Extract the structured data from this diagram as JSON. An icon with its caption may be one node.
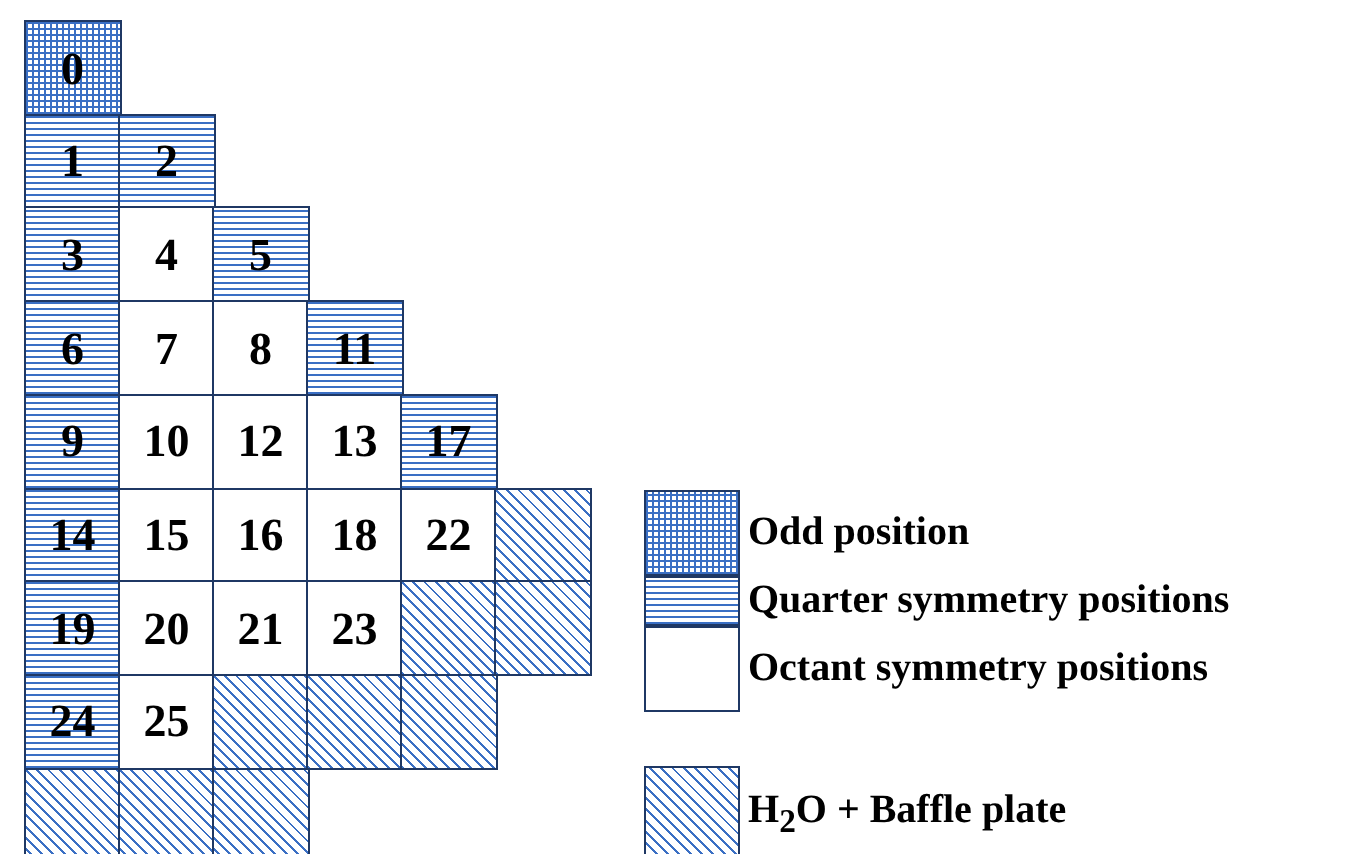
{
  "diagram": {
    "nodes": [
      {
        "text": [
          "0"
        ]
      },
      {
        "text": [
          "1"
        ]
      },
      {
        "text": [
          "2"
        ]
      },
      {
        "text": [
          "3"
        ]
      },
      {
        "text": [
          "4"
        ]
      },
      {
        "text": [
          "5"
        ]
      },
      {
        "text": [
          "6"
        ]
      },
      {
        "text": [
          "7"
        ]
      },
      {
        "text": [
          "8"
        ]
      },
      {
        "text": [
          "11"
        ]
      },
      {
        "text": [
          "9"
        ]
      },
      {
        "text": [
          "10"
        ]
      },
      {
        "text": [
          "12"
        ]
      },
      {
        "text": [
          "13"
        ]
      },
      {
        "text": [
          "17"
        ]
      },
      {
        "text": [
          "14"
        ]
      },
      {
        "text": [
          "15"
        ]
      },
      {
        "text": [
          "16"
        ]
      },
      {
        "text": [
          "18"
        ]
      },
      {
        "text": [
          "22"
        ]
      },
      {
        "text": [],
        "shape": "box"
      },
      {
        "text": [
          "19"
        ]
      },
      {
        "text": [
          "20"
        ]
      },
      {
        "text": [
          "21"
        ]
      },
      {
        "text": [
          "23"
        ]
      },
      {
        "text": [],
        "shape": "box"
      },
      {
        "text": [],
        "shape": "box"
      },
      {
        "text": [
          "24"
        ]
      },
      {
        "text": [
          "25"
        ]
      },
      {
        "text": [],
        "shape": "box"
      },
      {
        "text": [],
        "shape": "box"
      },
      {
        "text": [],
        "shape": "box"
      },
      {
        "text": [],
        "shape": "box"
      },
      {
        "text": [],
        "shape": "box"
      },
      {
        "text": [],
        "shape": "box"
      }
    ],
    "legend": [
      {
        "text": "Odd position"
      },
      {
        "text": "Quarter symmetry positions"
      },
      {
        "text": "Octant symmetry positions"
      },
      {
        "text": "H$_{2}$O + Baffle plate"
      }
    ]
  }
}
